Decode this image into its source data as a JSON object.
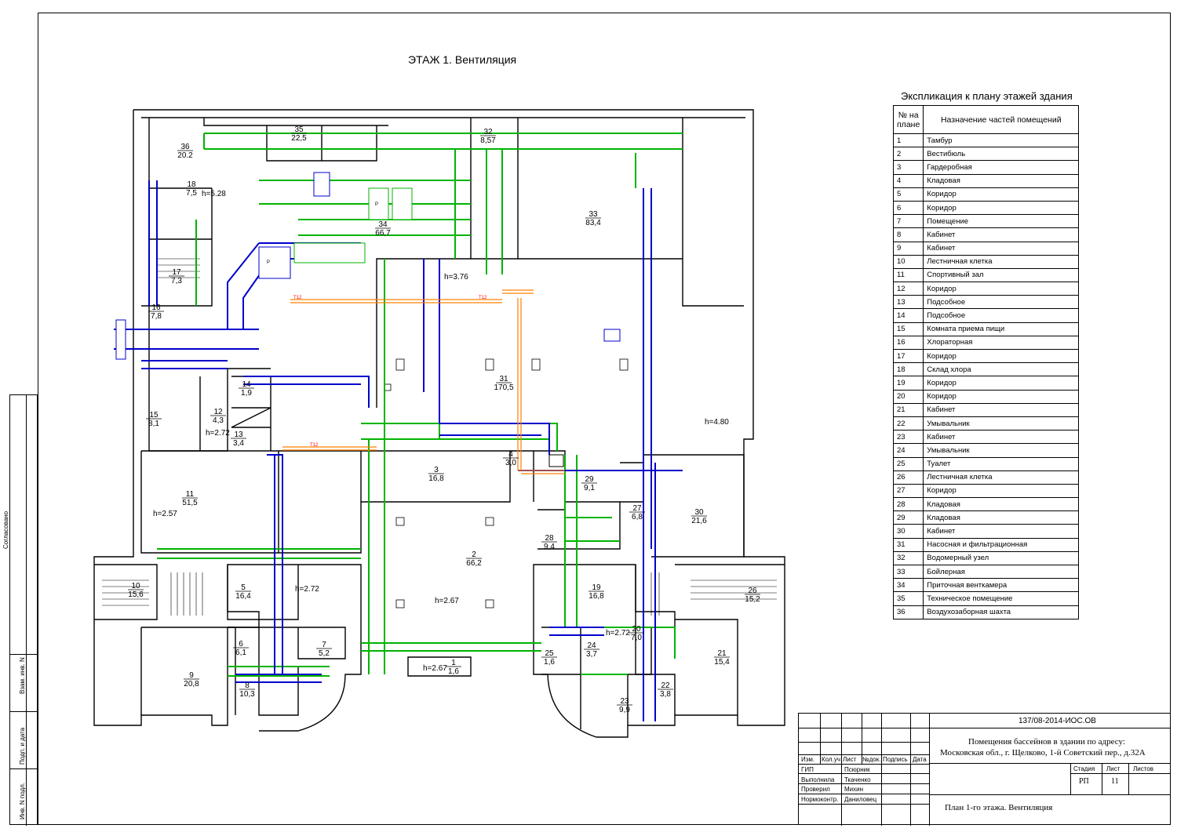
{
  "title": "ЭТАЖ 1. Вентиляция",
  "colors": {
    "supply": "#00b400",
    "exhaust": "#0000cc",
    "heat": "#ff8000",
    "annotation": "#a000c0",
    "wall": "#000000"
  },
  "rooms": [
    {
      "num": "36",
      "area": "20.2"
    },
    {
      "num": "35",
      "area": "22,5"
    },
    {
      "num": "32",
      "area": "8,57"
    },
    {
      "num": "18",
      "area": "7,5"
    },
    {
      "num": "17",
      "area": "7,3"
    },
    {
      "num": "16",
      "area": "7,8"
    },
    {
      "num": "34",
      "area": "66,7"
    },
    {
      "num": "33",
      "area": "83,4"
    },
    {
      "num": "14",
      "area": "1,9"
    },
    {
      "num": "12",
      "area": "4,3"
    },
    {
      "num": "13",
      "area": "3,4"
    },
    {
      "num": "15",
      "area": "8,1"
    },
    {
      "num": "31",
      "area": "170,5"
    },
    {
      "num": "11",
      "area": "51,5"
    },
    {
      "num": "3",
      "area": "16,8"
    },
    {
      "num": "4",
      "area": "3,0"
    },
    {
      "num": "29",
      "area": "9,1"
    },
    {
      "num": "27",
      "area": "6,8"
    },
    {
      "num": "30",
      "area": "21,6"
    },
    {
      "num": "28",
      "area": "9,4"
    },
    {
      "num": "2",
      "area": "66,2"
    },
    {
      "num": "10",
      "area": "15,6"
    },
    {
      "num": "5",
      "area": "16,4"
    },
    {
      "num": "19",
      "area": "16,8"
    },
    {
      "num": "26",
      "area": "15,2"
    },
    {
      "num": "6",
      "area": "6,1"
    },
    {
      "num": "7",
      "area": "5,2"
    },
    {
      "num": "9",
      "area": "20,8"
    },
    {
      "num": "8",
      "area": "10,3"
    },
    {
      "num": "1",
      "area": "1,6"
    },
    {
      "num": "24",
      "area": "3,7"
    },
    {
      "num": "20",
      "area": "7,0"
    },
    {
      "num": "21",
      "area": "15,4"
    },
    {
      "num": "25",
      "area": "1,6"
    },
    {
      "num": "22",
      "area": "3,8"
    },
    {
      "num": "23",
      "area": "9,9"
    }
  ],
  "heights": [
    "h=5.28",
    "h=3.76",
    "h=4.80",
    "h=2.72",
    "h=2.57",
    "h=2.72",
    "h=2.67",
    "h=2.72",
    "h=2.67"
  ],
  "labels": {
    "t12": "Т12",
    "p": "P"
  },
  "explication": {
    "title": "Экспликация к плану этажей здания",
    "col_num": "№ на плане",
    "col_desc": "Назначение частей помещений",
    "rows": [
      [
        "1",
        "Тамбур"
      ],
      [
        "2",
        "Вестибюль"
      ],
      [
        "3",
        "Гардеробная"
      ],
      [
        "4",
        "Кладовая"
      ],
      [
        "5",
        "Коридор"
      ],
      [
        "6",
        "Коридор"
      ],
      [
        "7",
        "Помещение"
      ],
      [
        "8",
        "Кабинет"
      ],
      [
        "9",
        "Кабинет"
      ],
      [
        "10",
        "Лестничная клетка"
      ],
      [
        "11",
        "Спортивный зал"
      ],
      [
        "12",
        "Коридор"
      ],
      [
        "13",
        "Подсобное"
      ],
      [
        "14",
        "Подсобное"
      ],
      [
        "15",
        "Комната приема пищи"
      ],
      [
        "16",
        "Хлораторная"
      ],
      [
        "17",
        "Коридор"
      ],
      [
        "18",
        "Склад хлора"
      ],
      [
        "19",
        "Коридор"
      ],
      [
        "20",
        "Коридор"
      ],
      [
        "21",
        "Кабинет"
      ],
      [
        "22",
        "Умывальник"
      ],
      [
        "23",
        "Кабинет"
      ],
      [
        "24",
        "Умывальник"
      ],
      [
        "25",
        "Туалет"
      ],
      [
        "26",
        "Лестничная клетка"
      ],
      [
        "27",
        "Коридор"
      ],
      [
        "28",
        "Кладовая"
      ],
      [
        "29",
        "Кладовая"
      ],
      [
        "30",
        "Кабинет"
      ],
      [
        "31",
        "Насосная и фильтрационная"
      ],
      [
        "32",
        "Водомерный узел"
      ],
      [
        "33",
        "Бойлерная"
      ],
      [
        "34",
        "Приточная венткамера"
      ],
      [
        "35",
        "Техническое помещение"
      ],
      [
        "36",
        "Воздухозаборная шахта"
      ]
    ]
  },
  "margin": {
    "agreed": "Согласовано",
    "inv_replace": "Взам. инв. N",
    "sign_date": "Подп. и дата",
    "inv_orig": "Инв. N подл."
  },
  "title_block": {
    "code": "137/08-2014-ИОС.ОВ",
    "object_line1": "Помещения бассейнов в здании по адресу:",
    "object_line2": "Московская обл., г. Щелково, 1-й Советский пер., д.32А",
    "sheet_title": "План 1-го этажа. Вентиляция",
    "head": [
      "Изм.",
      "Кол.уч",
      "Лист",
      "№док.",
      "Подпись",
      "Дата"
    ],
    "roles": [
      "ГИП",
      "Выполнила",
      "Проверил",
      "Нормоконтр."
    ],
    "names": [
      "Псюрник",
      "Ткаченко",
      "Михин",
      "Даниловец"
    ],
    "stage_hdr": [
      "Стадия",
      "Лист",
      "Листов"
    ],
    "stage": "РП",
    "sheet": "11"
  }
}
